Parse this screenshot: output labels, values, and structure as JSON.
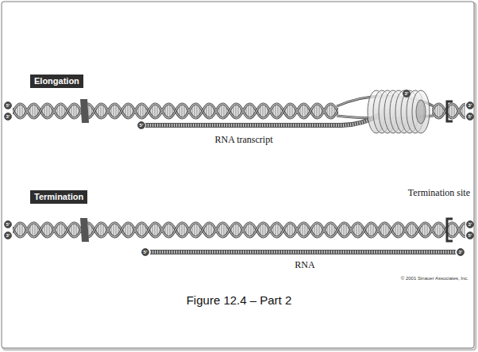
{
  "diagram": {
    "caption": "Figure 12.4 – Part 2",
    "nodes": [
      {
        "text": [
          "Elongation"
        ]
      },
      {
        "text": [
          "Termination"
        ]
      }
    ],
    "labels": [
      "5'",
      "3'",
      "3'",
      "3'",
      "5'",
      "5'",
      "RNA transcript",
      "Termination site",
      "5'",
      "3'",
      "3'",
      "5'",
      "5'",
      "3'",
      "RNA",
      "© 2001 Sinauer Associates, Inc."
    ]
  }
}
